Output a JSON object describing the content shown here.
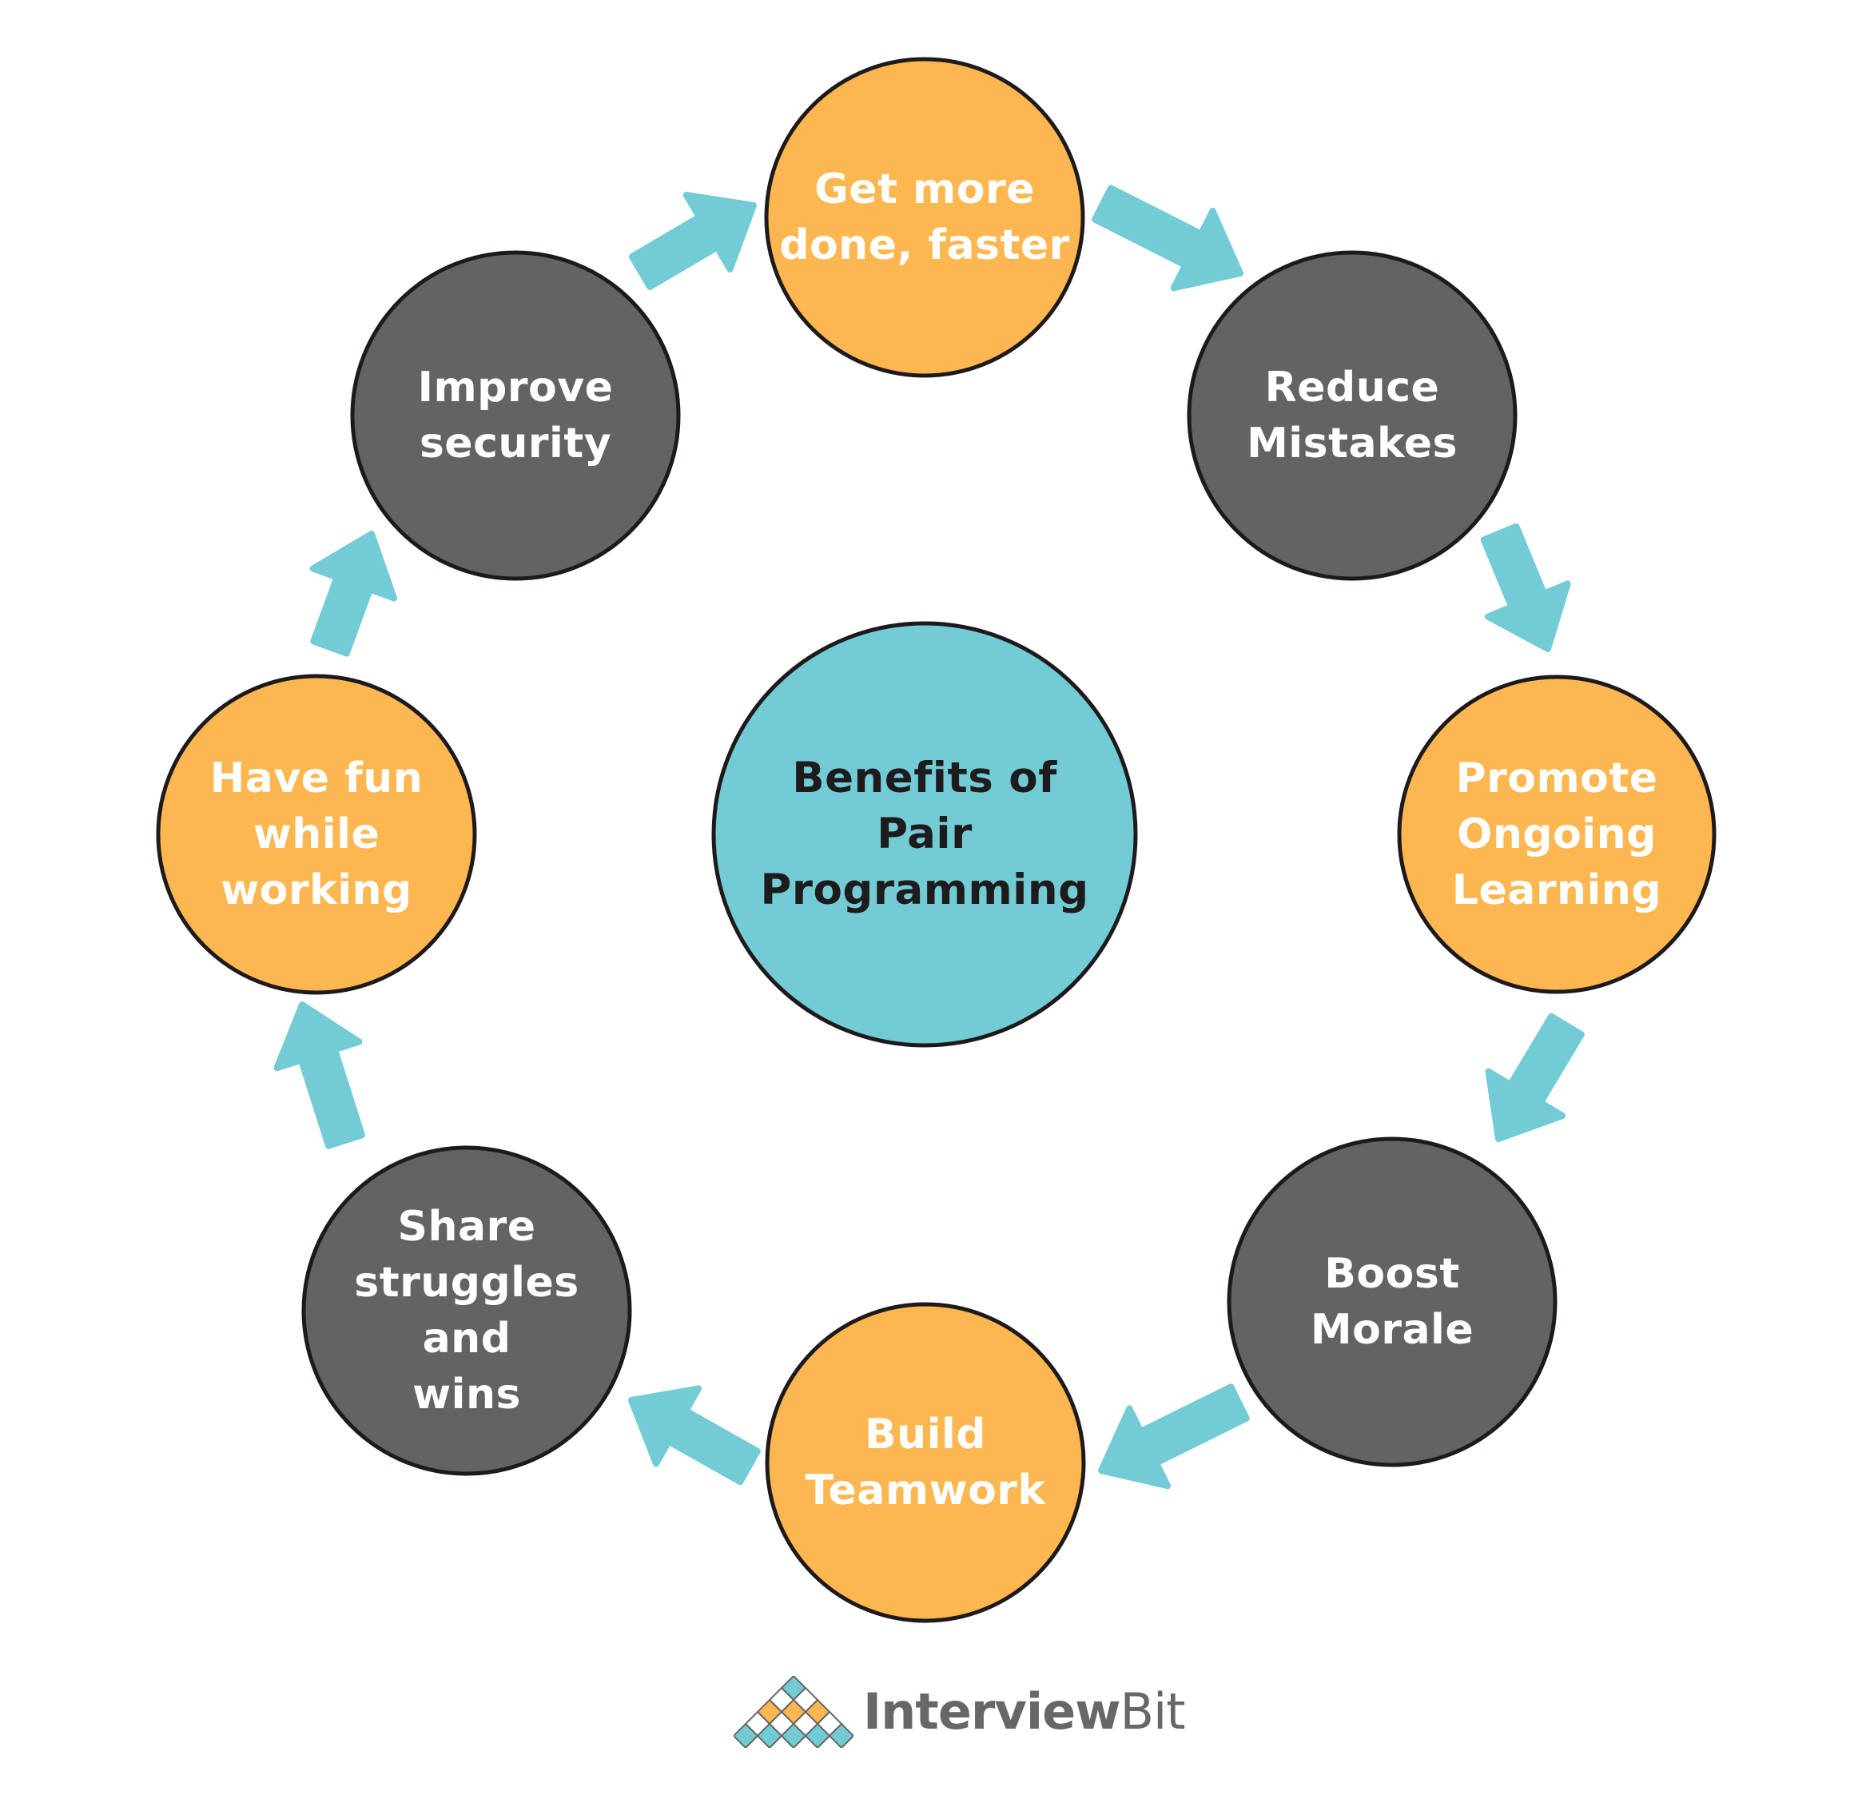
{
  "title": {
    "lines": [
      "Benefits of",
      "Pair",
      "Programming"
    ]
  },
  "nodes": [
    {
      "lines": [
        "Get more",
        "done, faster"
      ],
      "color": "orange"
    },
    {
      "lines": [
        "Reduce",
        "Mistakes"
      ],
      "color": "gray"
    },
    {
      "lines": [
        "Promote",
        "Ongoing",
        "Learning"
      ],
      "color": "orange"
    },
    {
      "lines": [
        "Boost",
        "Morale"
      ],
      "color": "gray"
    },
    {
      "lines": [
        "Build",
        "Teamwork"
      ],
      "color": "orange"
    },
    {
      "lines": [
        "Share",
        "struggles",
        "and",
        "wins"
      ],
      "color": "gray"
    },
    {
      "lines": [
        "Have fun",
        "while",
        "working"
      ],
      "color": "orange"
    },
    {
      "lines": [
        "Improve",
        "security"
      ],
      "color": "gray"
    }
  ],
  "colors": {
    "orange": "#FDB751",
    "gray": "#636363",
    "teal": "#72CBD5",
    "stroke": "#1E1A1B",
    "logo_text": "#676767"
  },
  "logo": {
    "brand_bold": "Interview",
    "brand_light": "Bit"
  }
}
